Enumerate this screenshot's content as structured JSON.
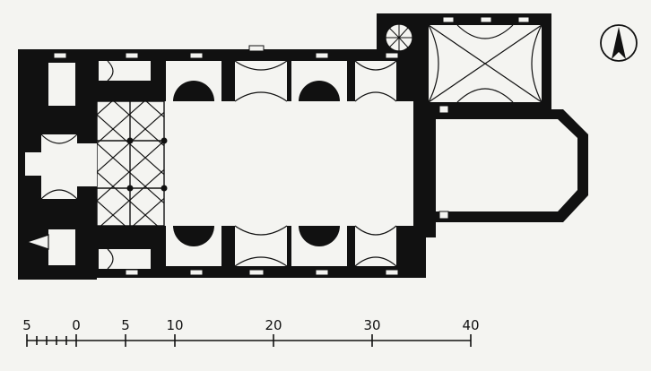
{
  "scale_bar": {
    "labels": [
      "5",
      "0",
      "5",
      "10",
      "20",
      "30",
      "40"
    ]
  },
  "north_arrow": {
    "icon": "north-arrow-icon"
  },
  "colors": {
    "ink": "#111111",
    "paper": "#f4f4f1"
  }
}
